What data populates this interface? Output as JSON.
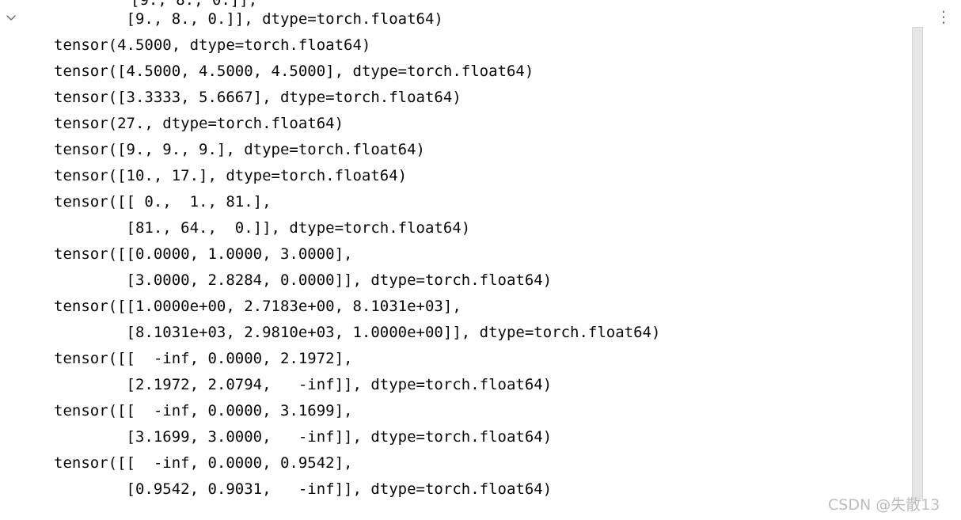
{
  "cell": {
    "collapse_icon": "chevron-down-icon",
    "more_icon": "vertical-ellipsis-icon",
    "more_glyph": "⋮"
  },
  "output": {
    "cut_off_line": "[9., 8., 0.]],",
    "lines": [
      "        [9., 8., 0.]], dtype=torch.float64)",
      "tensor(4.5000, dtype=torch.float64)",
      "tensor([4.5000, 4.5000, 4.5000], dtype=torch.float64)",
      "tensor([3.3333, 5.6667], dtype=torch.float64)",
      "tensor(27., dtype=torch.float64)",
      "tensor([9., 9., 9.], dtype=torch.float64)",
      "tensor([10., 17.], dtype=torch.float64)",
      "tensor([[ 0.,  1., 81.],",
      "        [81., 64.,  0.]], dtype=torch.float64)",
      "tensor([[0.0000, 1.0000, 3.0000],",
      "        [3.0000, 2.8284, 0.0000]], dtype=torch.float64)",
      "tensor([[1.0000e+00, 2.7183e+00, 8.1031e+03],",
      "        [8.1031e+03, 2.9810e+03, 1.0000e+00]], dtype=torch.float64)",
      "tensor([[  -inf, 0.0000, 2.1972],",
      "        [2.1972, 2.0794,   -inf]], dtype=torch.float64)",
      "tensor([[  -inf, 0.0000, 3.1699],",
      "        [3.1699, 3.0000,   -inf]], dtype=torch.float64)",
      "tensor([[  -inf, 0.0000, 0.9542],",
      "        [0.9542, 0.9031,   -inf]], dtype=torch.float64)"
    ]
  },
  "watermark": "CSDN @失散13",
  "colors": {
    "text": "#080808",
    "watermark": "#bdbdbd",
    "scrollbar": "#e6e6e6"
  }
}
